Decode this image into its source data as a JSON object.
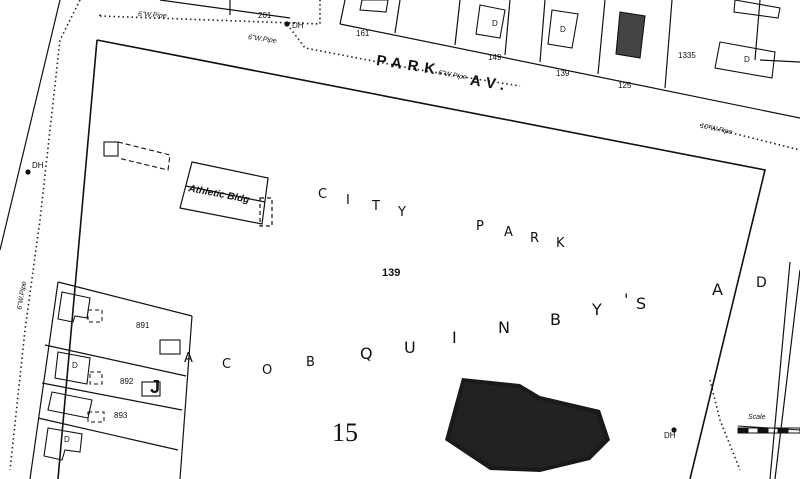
{
  "street": {
    "name": "PARK",
    "suffix": "AV."
  },
  "park": {
    "city_park_letters": [
      "C",
      "I",
      "T",
      "Y",
      "P",
      "A",
      "R",
      "K"
    ],
    "quinby_letters": [
      "J",
      "A",
      "C",
      "O",
      "B",
      "Q",
      "U",
      "I",
      "N",
      "B",
      "Y",
      "'",
      "S",
      "A",
      "D"
    ],
    "block_number": "139"
  },
  "sheet_number": "15",
  "athletic_building": "Athletic Bldg",
  "pipes": {
    "top_left": "6\"W.Pipe",
    "top_center": "6\"W.Pipe",
    "park_av": "6\"W.Pipe",
    "right_side": "10\"W.Pipe",
    "left_side": "6\"W.Pipe"
  },
  "lot_numbers": {
    "top_201": "201",
    "top_161": "161",
    "top_149": "149",
    "top_139": "139",
    "top_125": "125",
    "top_1335": "1335",
    "left_891": "891",
    "left_892": "892",
    "left_893": "893"
  },
  "markers": {
    "dh_top": "DH",
    "dh_left": "DH",
    "dh_right": "DH"
  },
  "frame_markers": {
    "d1": "D",
    "d2": "D",
    "d3": "D",
    "d4": "D",
    "d5": "D"
  },
  "scale_bar": {
    "label": "Scale"
  }
}
